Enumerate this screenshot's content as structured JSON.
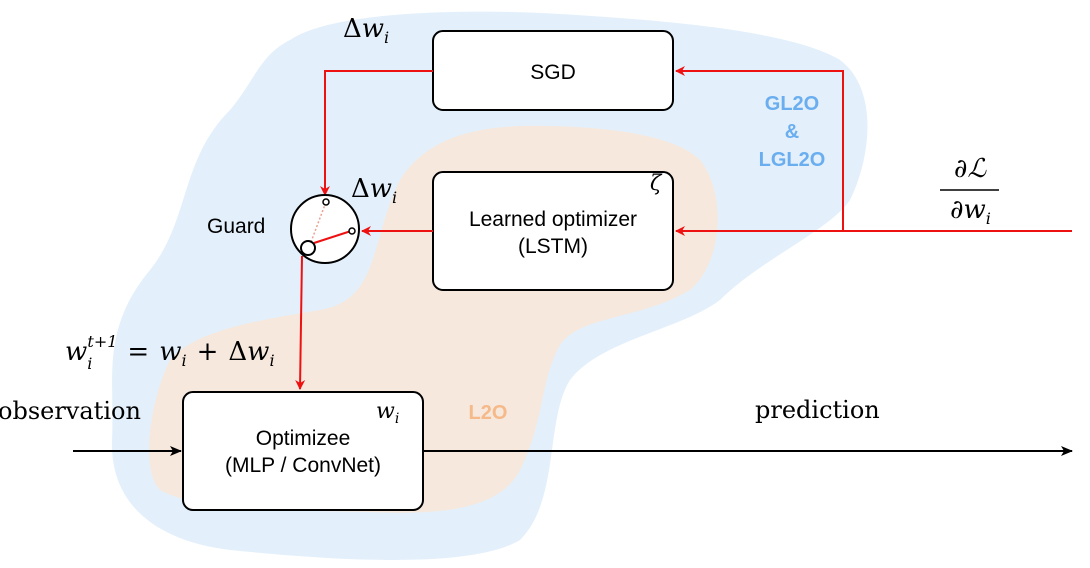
{
  "colors": {
    "blue_region": "#e3f0fb",
    "orange_region": "#f6e8dc",
    "red_arrow": "#ee1111",
    "blue_label": "#6aaef0",
    "orange_label": "#f5b98a"
  },
  "boxes": {
    "sgd": {
      "label": "SGD"
    },
    "learned": {
      "line1": "Learned optimizer",
      "line2": "(LSTM)",
      "param": "ζ"
    },
    "optimizee": {
      "line1": "Optimizee",
      "line2": "(MLP / ConvNet)",
      "param": "w",
      "param_sub": "i"
    }
  },
  "guard": {
    "label": "Guard"
  },
  "region_labels": {
    "gl2o_line1": "GL2O",
    "gl2o_line2": "&",
    "gl2o_line3": "LGL2O",
    "l2o": "L2O"
  },
  "math": {
    "delta": "Δ",
    "w": "w",
    "i": "i",
    "plus": "+",
    "equals": "=",
    "t_plus_1": "t+1",
    "partial": "∂",
    "loss": "ℒ"
  },
  "io": {
    "input": "observation",
    "output": "prediction"
  }
}
